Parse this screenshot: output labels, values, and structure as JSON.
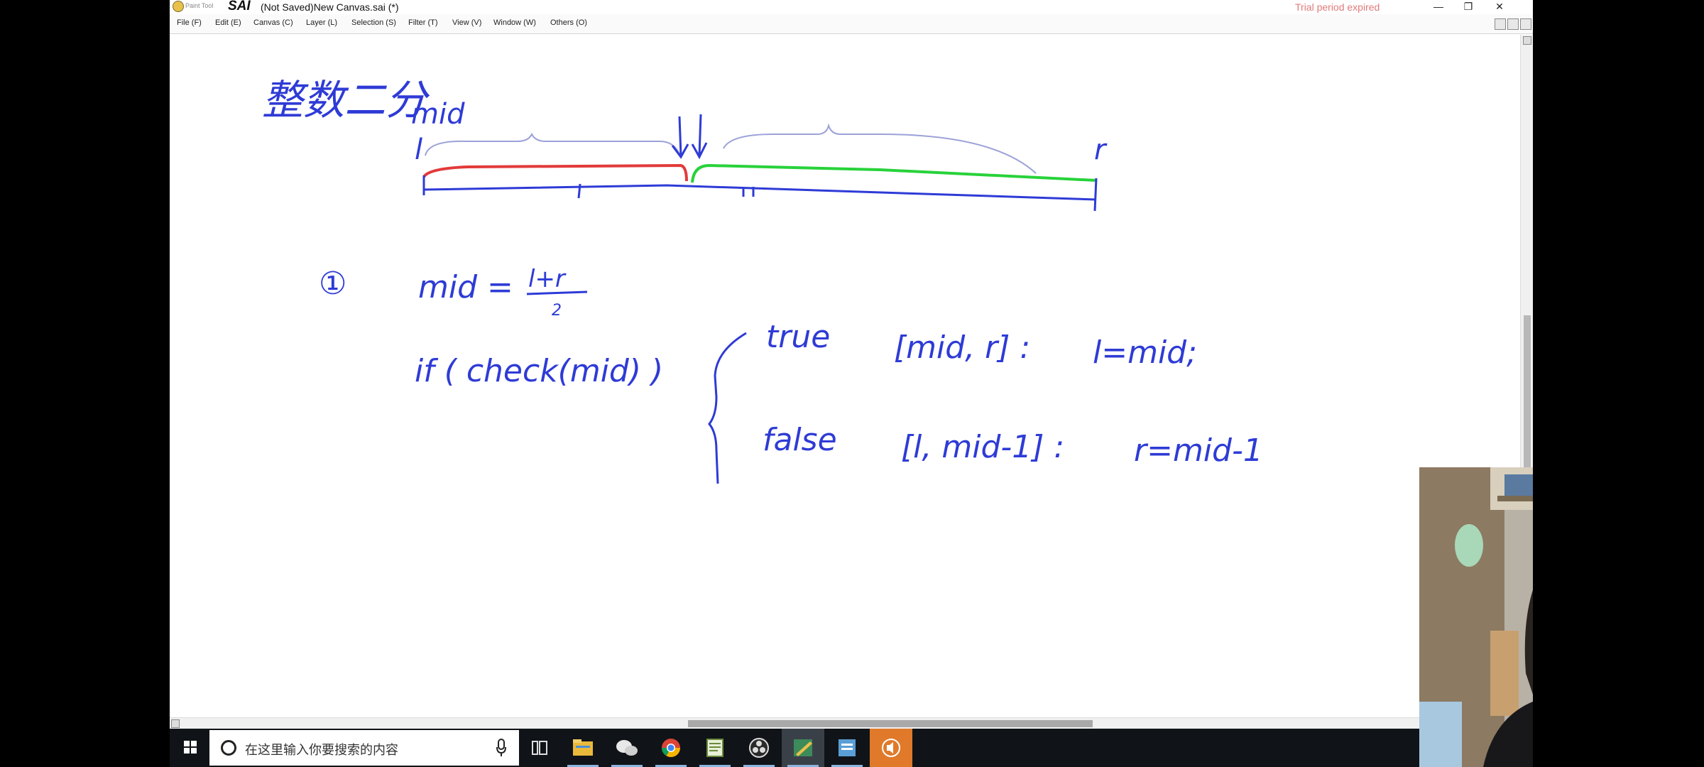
{
  "titlebar": {
    "logo_small": "Paint Tool",
    "logo_big": "SAI",
    "window_title": "(Not Saved)New Canvas.sai (*)",
    "trial_text": "Trial period expired",
    "minimize": "—",
    "restore": "❐",
    "close": "✕"
  },
  "menu": {
    "items": [
      "File (F)",
      "Edit (E)",
      "Canvas (C)",
      "Layer (L)",
      "Selection (S)",
      "Filter (T)",
      "View (V)",
      "Window (W)",
      "Others (O)"
    ]
  },
  "canvas": {
    "handwriting": {
      "heading": "整数二分",
      "label_l": "l",
      "label_r": "r",
      "label_mid": "mid",
      "step_marker": "①",
      "formula_lhs": "mid =",
      "formula_num": "l+r",
      "formula_den": "2",
      "if_line": "if ( check(mid) )",
      "true_word": "true",
      "true_range": "[mid, r] :",
      "true_action": "l=mid;",
      "false_word": "false",
      "false_range": "[l, mid-1] :",
      "false_action": "r=mid-1"
    },
    "stroke_colors": {
      "ink": "#2e3bd6",
      "red": "#e23a3a",
      "green": "#28d23a"
    }
  },
  "taskbar": {
    "search_placeholder": "在这里输入你要搜索的内容",
    "apps": [
      "task-view",
      "file-explorer",
      "wechat",
      "chrome",
      "notepad-plus",
      "obs",
      "sai-paint",
      "sublime",
      "audio-app"
    ]
  }
}
